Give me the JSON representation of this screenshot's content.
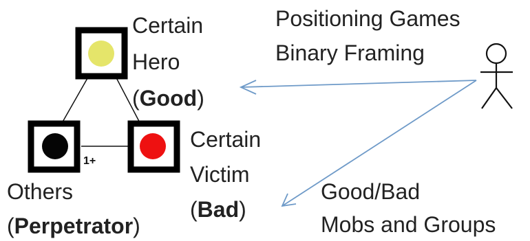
{
  "diagram": {
    "hero": {
      "line1": "Certain",
      "line2": "Hero",
      "role_open": "(",
      "role": "Good",
      "role_close": ")",
      "color": "#e5e56a"
    },
    "victim": {
      "line1": "Certain",
      "line2": "Victim",
      "role_open": "(",
      "role": "Bad",
      "role_close": ")",
      "color": "#ee1111"
    },
    "others": {
      "line1": "Others",
      "role_open": "(",
      "role": "Perpetrator",
      "role_close": ")",
      "color": "#050505"
    },
    "edge_label": "1+",
    "observer": {
      "top_line1": "Positioning Games",
      "top_line2": "Binary Framing",
      "bottom_line1": "Good/Bad",
      "bottom_line2": "Mobs and Groups",
      "arrow_color": "#6e9ac8"
    }
  }
}
